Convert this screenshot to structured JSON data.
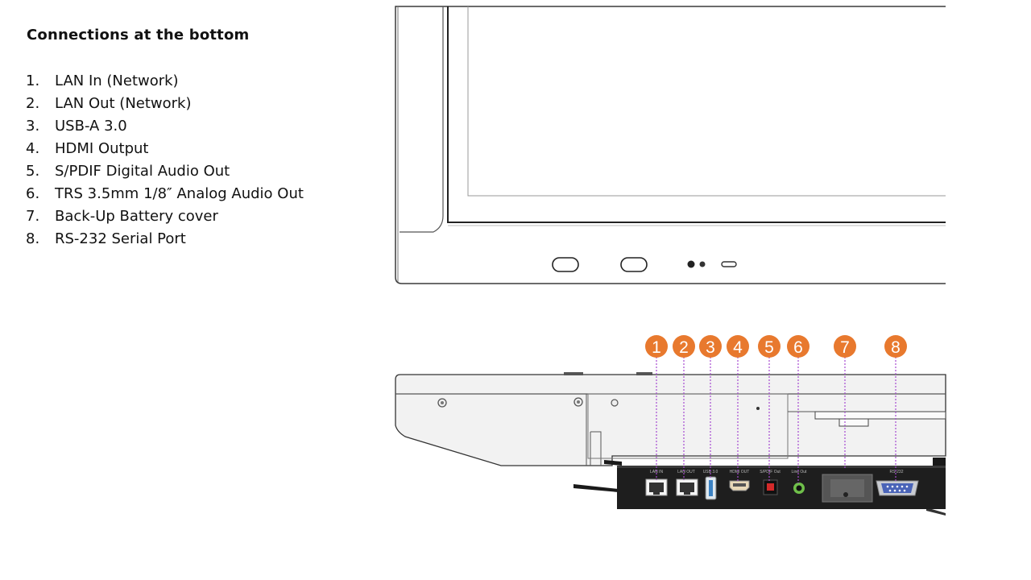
{
  "slide": {
    "title": "Connections at the bottom",
    "items": [
      {
        "number": "1.",
        "label": "LAN In (Network)"
      },
      {
        "number": "2.",
        "label": "LAN Out (Network)"
      },
      {
        "number": "3.",
        "label": "USB-A 3.0"
      },
      {
        "number": "4.",
        "label": "HDMI Output"
      },
      {
        "number": "5.",
        "label": "S/PDIF Digital Audio Out"
      },
      {
        "number": "6.",
        "label": "TRS 3.5mm 1/8″ Analog Audio Out"
      },
      {
        "number": "7.",
        "label": "Back-Up Battery cover"
      },
      {
        "number": "8.",
        "label": "RS-232 Serial Port"
      }
    ],
    "callouts": [
      "1",
      "2",
      "3",
      "4",
      "5",
      "6",
      "7",
      "8"
    ],
    "port_labels": [
      "LAN IN",
      "LAN OUT",
      "USB 3.0",
      "HDMI OUT",
      "S/PDIF Out",
      "Line Out",
      "RS-232"
    ]
  },
  "colors": {
    "callout": "#e8792e",
    "leader": "#a64ad0",
    "panel": "#1e1e1e"
  }
}
